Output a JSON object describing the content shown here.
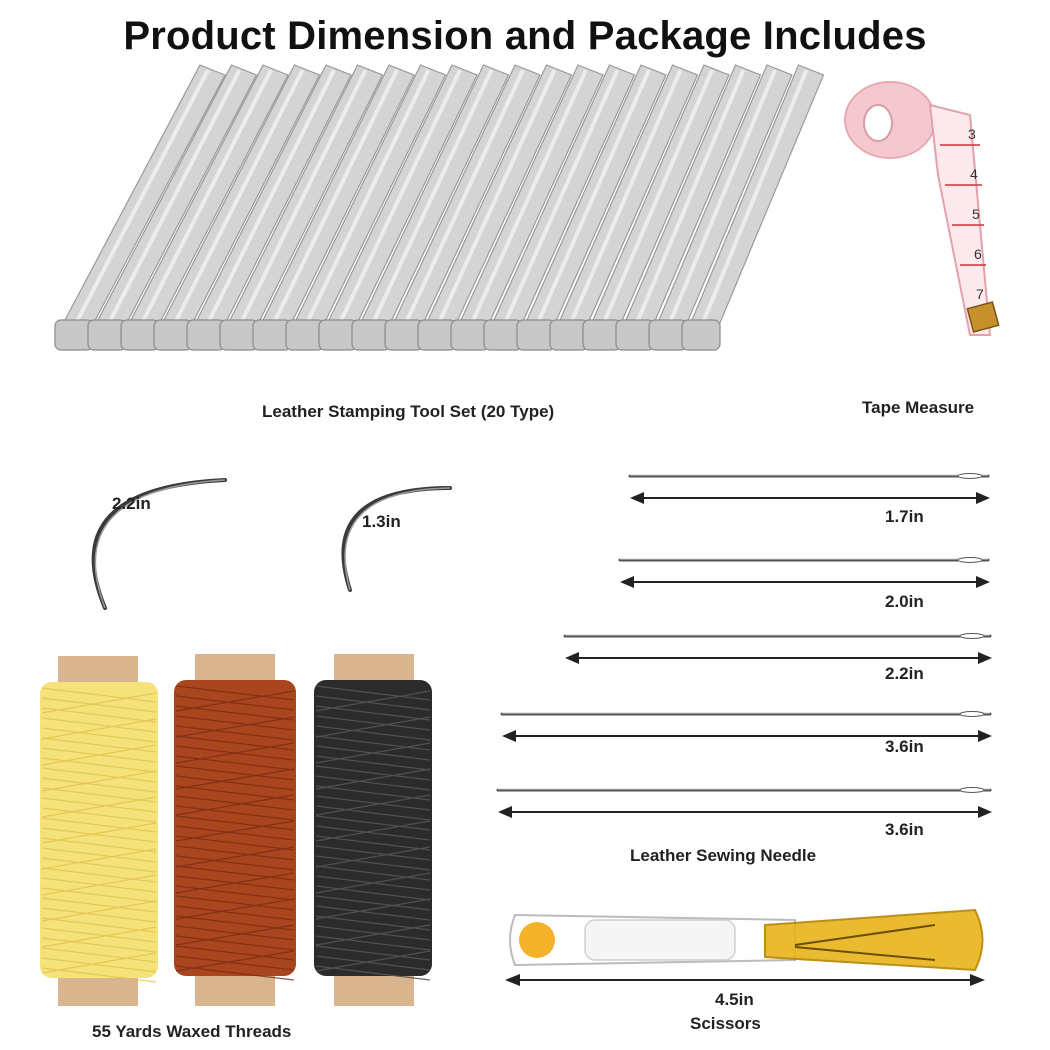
{
  "title": "Product Dimension and Package Includes",
  "captions": {
    "stamping": "Leather Stamping Tool Set (20 Type)",
    "tape": "Tape Measure",
    "threads": "55 Yards Waxed Threads",
    "needles": "Leather Sewing Needle",
    "scissors": "Scissors"
  },
  "curved_needles": [
    "2.2in",
    "1.3in"
  ],
  "straight_needles": [
    "1.7in",
    "2.0in",
    "2.2in",
    "3.6in",
    "3.6in"
  ],
  "scissors_length": "4.5in",
  "tape_marks": [
    "3",
    "4",
    "5",
    "6",
    "7"
  ],
  "colors": {
    "thread_yellow": "#f5e27a",
    "thread_brown": "#a9461f",
    "thread_black": "#2b2b2b",
    "spool_core": "#d9b58f",
    "scissors_cap": "#e8b31a",
    "tape_pink": "#f3c9cf"
  }
}
